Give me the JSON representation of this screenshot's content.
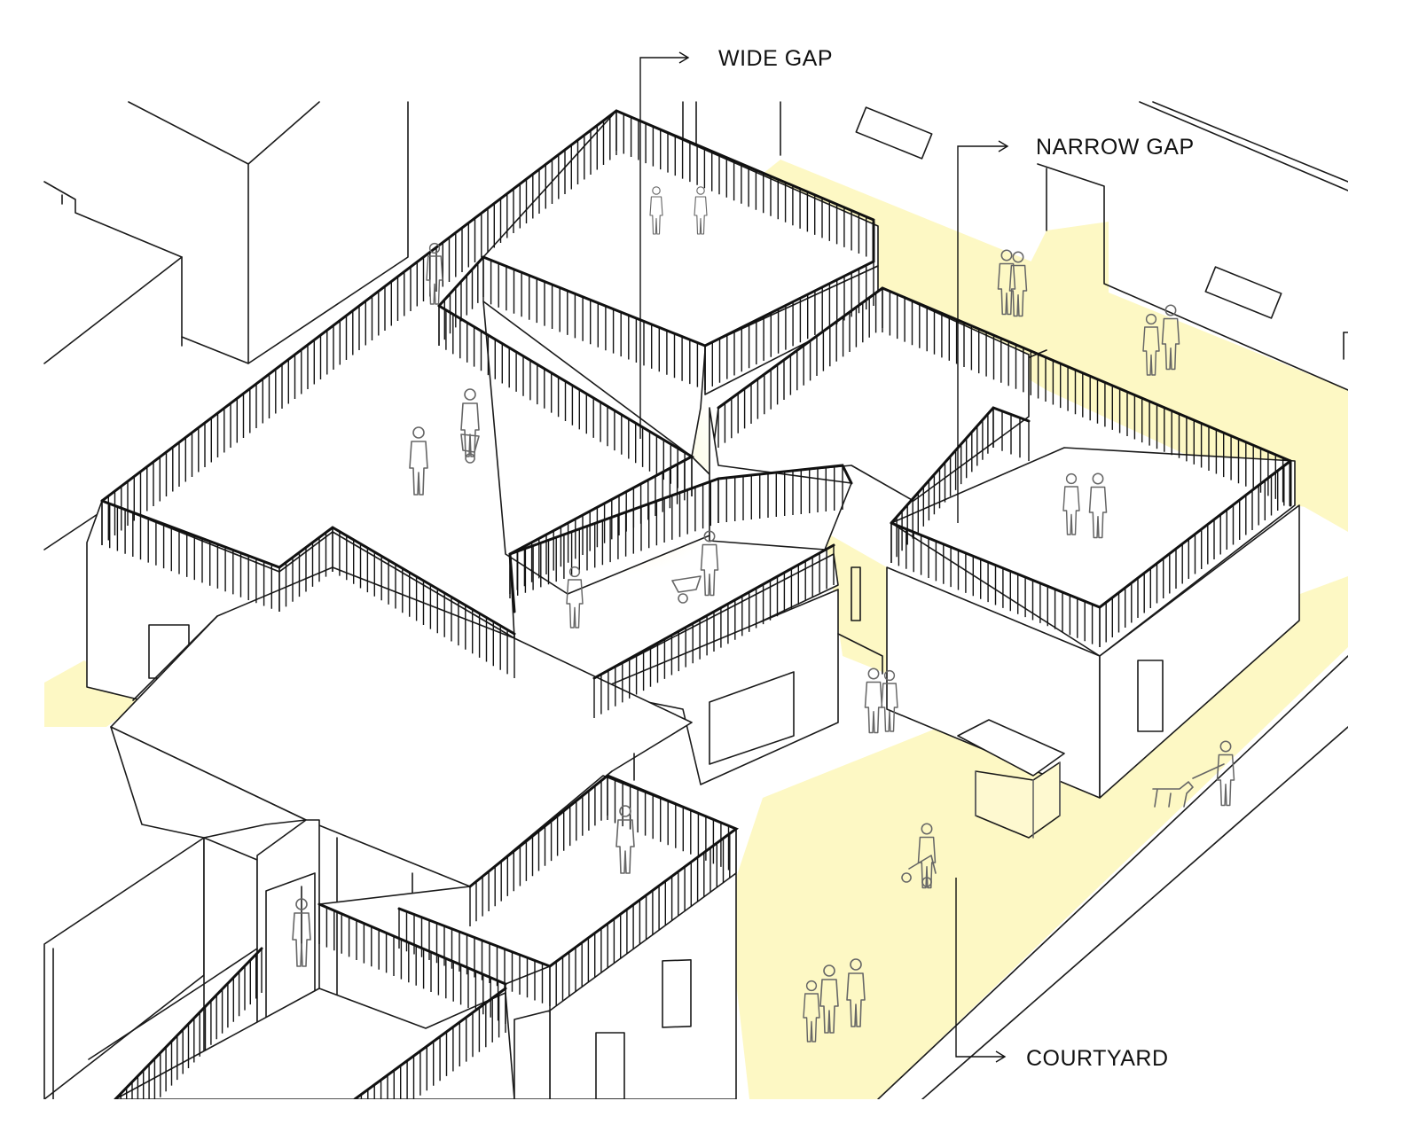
{
  "labels": {
    "wide_gap": "WIDE GAP",
    "narrow_gap": "NARROW GAP",
    "courtyard": "COURTYARD"
  },
  "colors": {
    "highlight": "#fdf8c4",
    "line": "#1a1a1a",
    "figures": "#666666"
  }
}
